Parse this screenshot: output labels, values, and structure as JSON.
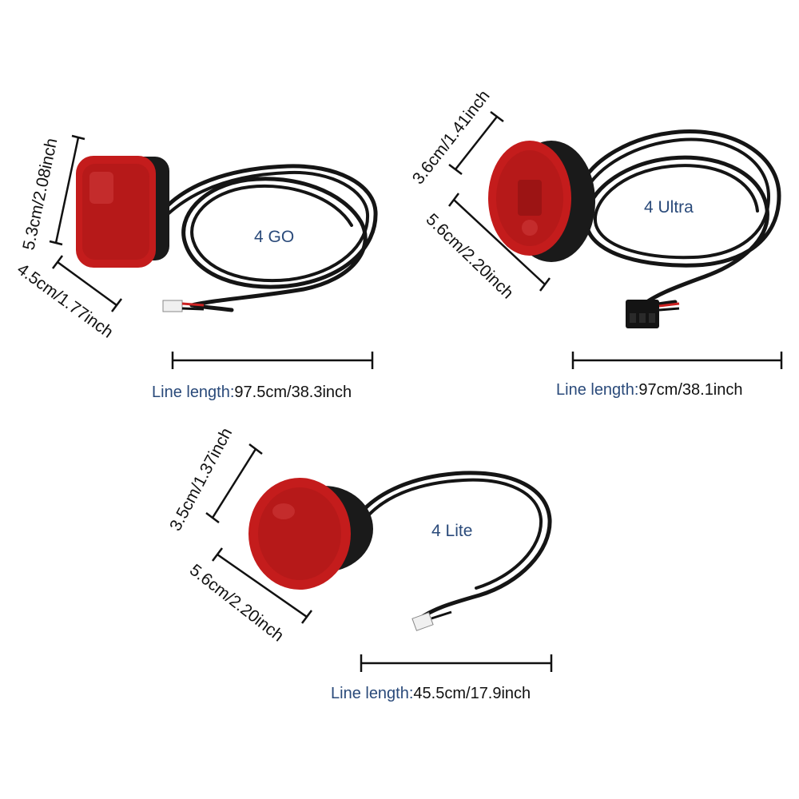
{
  "colors": {
    "lamp_red": "#c41c1c",
    "lamp_dark": "#7a0c0c",
    "cable": "#151515",
    "label_blue": "#2a4a7a",
    "text_dark": "#111111"
  },
  "products": [
    {
      "model": "4 GO",
      "height": "5.3cm/2.08inch",
      "width": "4.5cm/1.77inch",
      "line_label": "Line length:",
      "line_value": "97.5cm/38.3inch"
    },
    {
      "model": "4 Ultra",
      "height": "3.6cm/1.41inch",
      "width": "5.6cm/2.20inch",
      "line_label": "Line length:",
      "line_value": "97cm/38.1inch"
    },
    {
      "model": "4 Lite",
      "height": "3.5cm/1.37inch",
      "width": "5.6cm/2.20inch",
      "line_label": "Line length:",
      "line_value": "45.5cm/17.9inch"
    }
  ]
}
